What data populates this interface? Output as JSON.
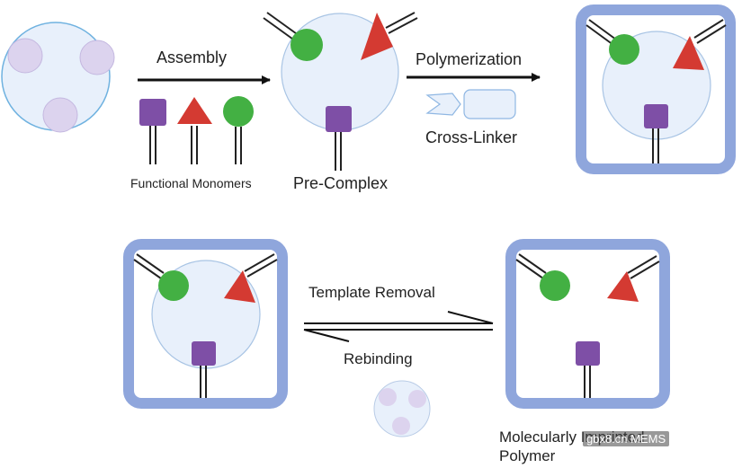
{
  "labels": {
    "assembly": "Assembly",
    "polymerization": "Polymerization",
    "cross_linker": "Cross-Linker",
    "functional_monomers": "Functional Monomers",
    "pre_complex": "Pre-Complex",
    "template_removal": "Template Removal",
    "rebinding": "Rebinding",
    "mip_line1": "Molecularly Imprinted",
    "mip_line2": "Polymer"
  },
  "watermark": {
    "text": "gbx8.cn  MEMS"
  },
  "colors": {
    "template_fill": "#e8f0fb",
    "template_stroke": "#6fb2e0",
    "site_fill": "#dcd3ee",
    "green_monomer": "#43b043",
    "red_monomer": "#d43a32",
    "purple_monomer": "#7e4fa6",
    "polymer_frame": "#8fa6dc",
    "arrow": "#111111"
  }
}
